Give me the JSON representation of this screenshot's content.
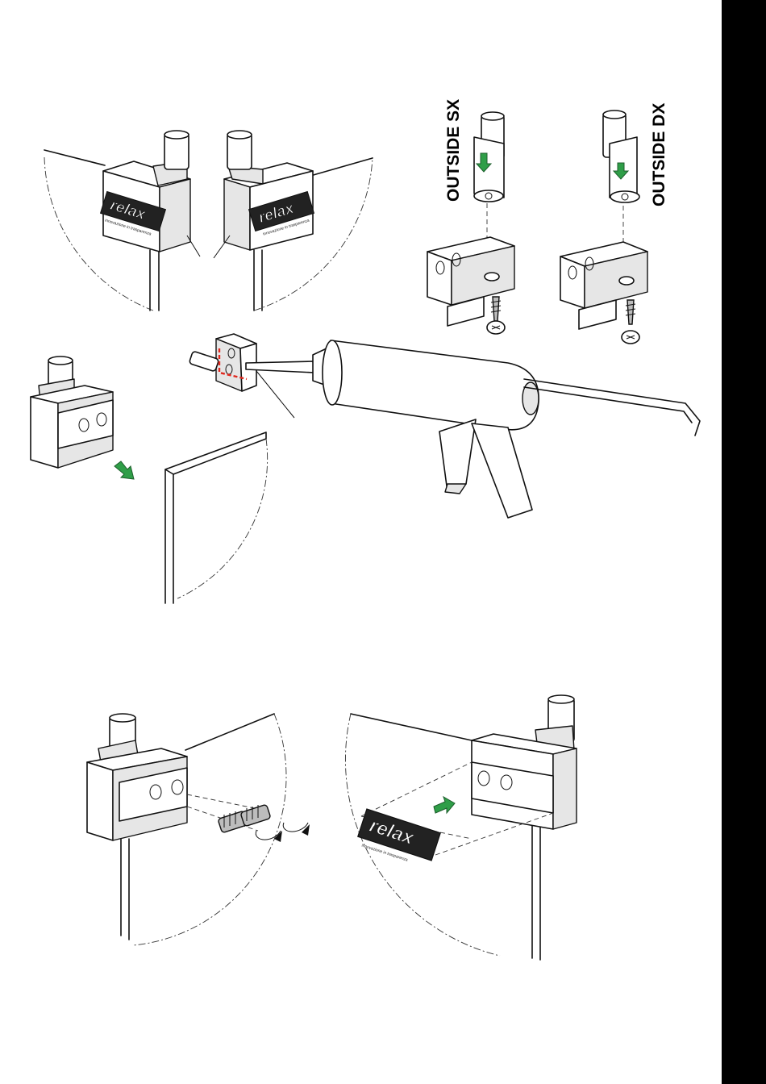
{
  "labels": {
    "outside_sx": "OUTSIDE SX",
    "outside_dx": "OUTSIDE DX"
  },
  "logo": {
    "brand": "relax",
    "tagline": "innovazione in trasparenza"
  },
  "colors": {
    "arrow_green": "#2f9e48",
    "marker_red": "#e0281e",
    "side_bar": "#000000"
  },
  "icons": [
    "arrow-icon",
    "rotate-arrow-icon",
    "screw-icon"
  ]
}
